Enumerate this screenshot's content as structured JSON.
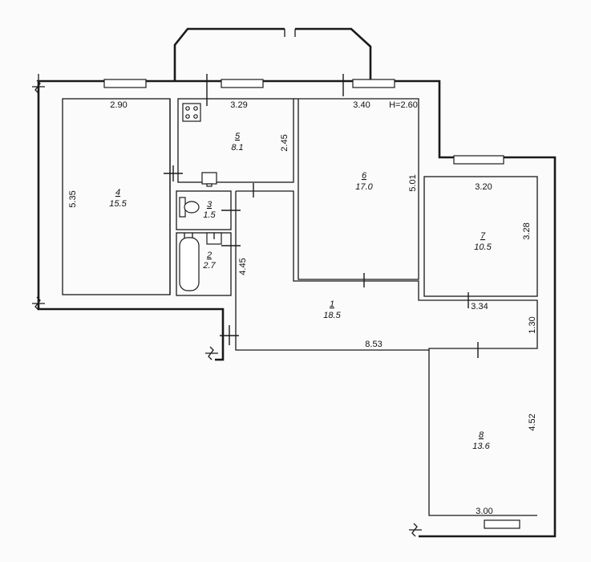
{
  "rooms": [
    {
      "id": "4",
      "area": "15.5"
    },
    {
      "id": "5",
      "area": "8.1"
    },
    {
      "id": "3",
      "area": "1.5"
    },
    {
      "id": "2",
      "area": "2.7"
    },
    {
      "id": "6",
      "area": "17.0"
    },
    {
      "id": "7",
      "area": "10.5"
    },
    {
      "id": "1",
      "area": "18.5"
    },
    {
      "id": "8",
      "area": "13.6"
    }
  ],
  "dimensions": {
    "r4_width": "2.90",
    "r4_height": "5.35",
    "r5_width": "3.29",
    "r5_height": "2.45",
    "r6_width": "3.40",
    "ceiling": "H=2.60",
    "r6_height": "5.01",
    "r7_width": "3.20",
    "r7_height": "3.28",
    "r7_bottom": "3.34",
    "r2_height": "4.45",
    "corridor_width": "8.53",
    "corridor_height": "1.30",
    "r8_height": "4.52",
    "r8_width": "3.00"
  }
}
